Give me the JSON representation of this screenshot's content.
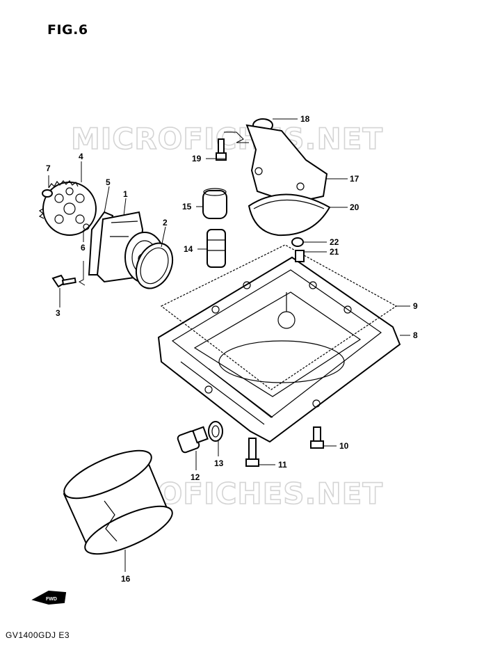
{
  "figure": {
    "title": "FIG.6",
    "model_code": "GV1400GDJ  E3"
  },
  "watermark": {
    "text": "MICROFICHES.NET"
  },
  "front_marker": {
    "text": "FWD"
  },
  "callouts": [
    {
      "id": "p1",
      "label": "1"
    },
    {
      "id": "p2",
      "label": "2"
    },
    {
      "id": "p3",
      "label": "3"
    },
    {
      "id": "p4",
      "label": "4"
    },
    {
      "id": "p5",
      "label": "5"
    },
    {
      "id": "p6",
      "label": "6"
    },
    {
      "id": "p7",
      "label": "7"
    },
    {
      "id": "p8",
      "label": "8"
    },
    {
      "id": "p9",
      "label": "9"
    },
    {
      "id": "p10",
      "label": "10"
    },
    {
      "id": "p11",
      "label": "11"
    },
    {
      "id": "p12",
      "label": "12"
    },
    {
      "id": "p13",
      "label": "13"
    },
    {
      "id": "p14",
      "label": "14"
    },
    {
      "id": "p15",
      "label": "15"
    },
    {
      "id": "p16",
      "label": "16"
    },
    {
      "id": "p17",
      "label": "17"
    },
    {
      "id": "p18",
      "label": "18"
    },
    {
      "id": "p19",
      "label": "19"
    },
    {
      "id": "p20",
      "label": "20"
    },
    {
      "id": "p21",
      "label": "21"
    },
    {
      "id": "p22",
      "label": "22"
    }
  ]
}
